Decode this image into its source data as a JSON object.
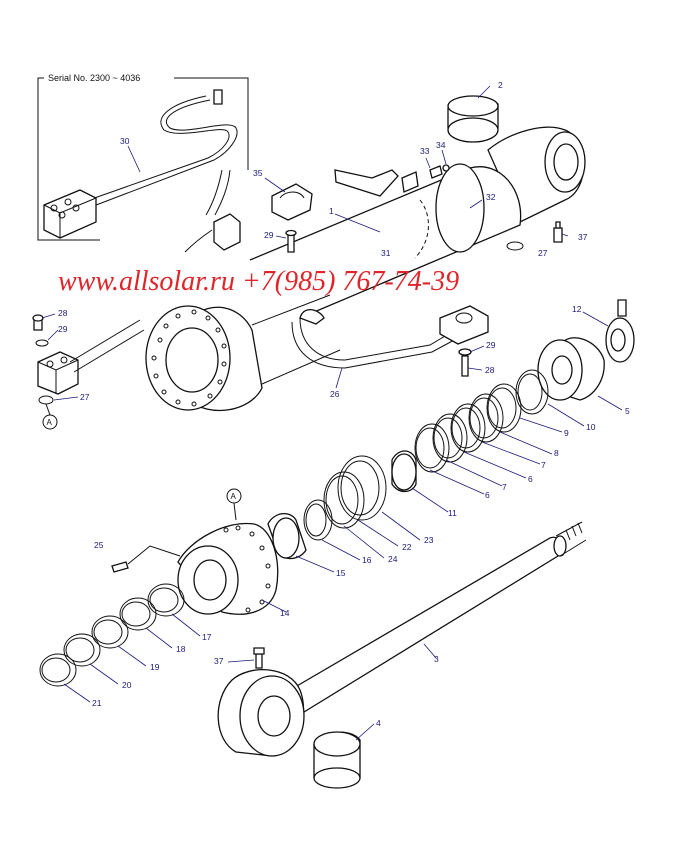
{
  "inset": {
    "serial": "Serial No. 2300 ~ 4036"
  },
  "watermark": "www.allsolar.ru +7(985) 767-74-39",
  "ref_marker": "A",
  "callouts": {
    "c1": "1",
    "c2": "2",
    "c3": "3",
    "c4": "4",
    "c5": "5",
    "c6a": "6",
    "c6b": "6",
    "c7a": "7",
    "c7b": "7",
    "c8": "8",
    "c9": "9",
    "c10": "10",
    "c11": "11",
    "c12": "12",
    "c14": "14",
    "c15": "15",
    "c16": "16",
    "c17": "17",
    "c18": "18",
    "c19": "19",
    "c20": "20",
    "c21": "21",
    "c22": "22",
    "c23": "23",
    "c24": "24",
    "c25": "25",
    "c26": "26",
    "c27a": "27",
    "c27b": "27",
    "c28a": "28",
    "c28b": "28",
    "c29a": "29",
    "c29b": "29",
    "c29c": "29",
    "c30": "30",
    "c31": "31",
    "c32": "32",
    "c33": "33",
    "c34": "34",
    "c35": "35",
    "c37a": "37",
    "c37b": "37"
  }
}
